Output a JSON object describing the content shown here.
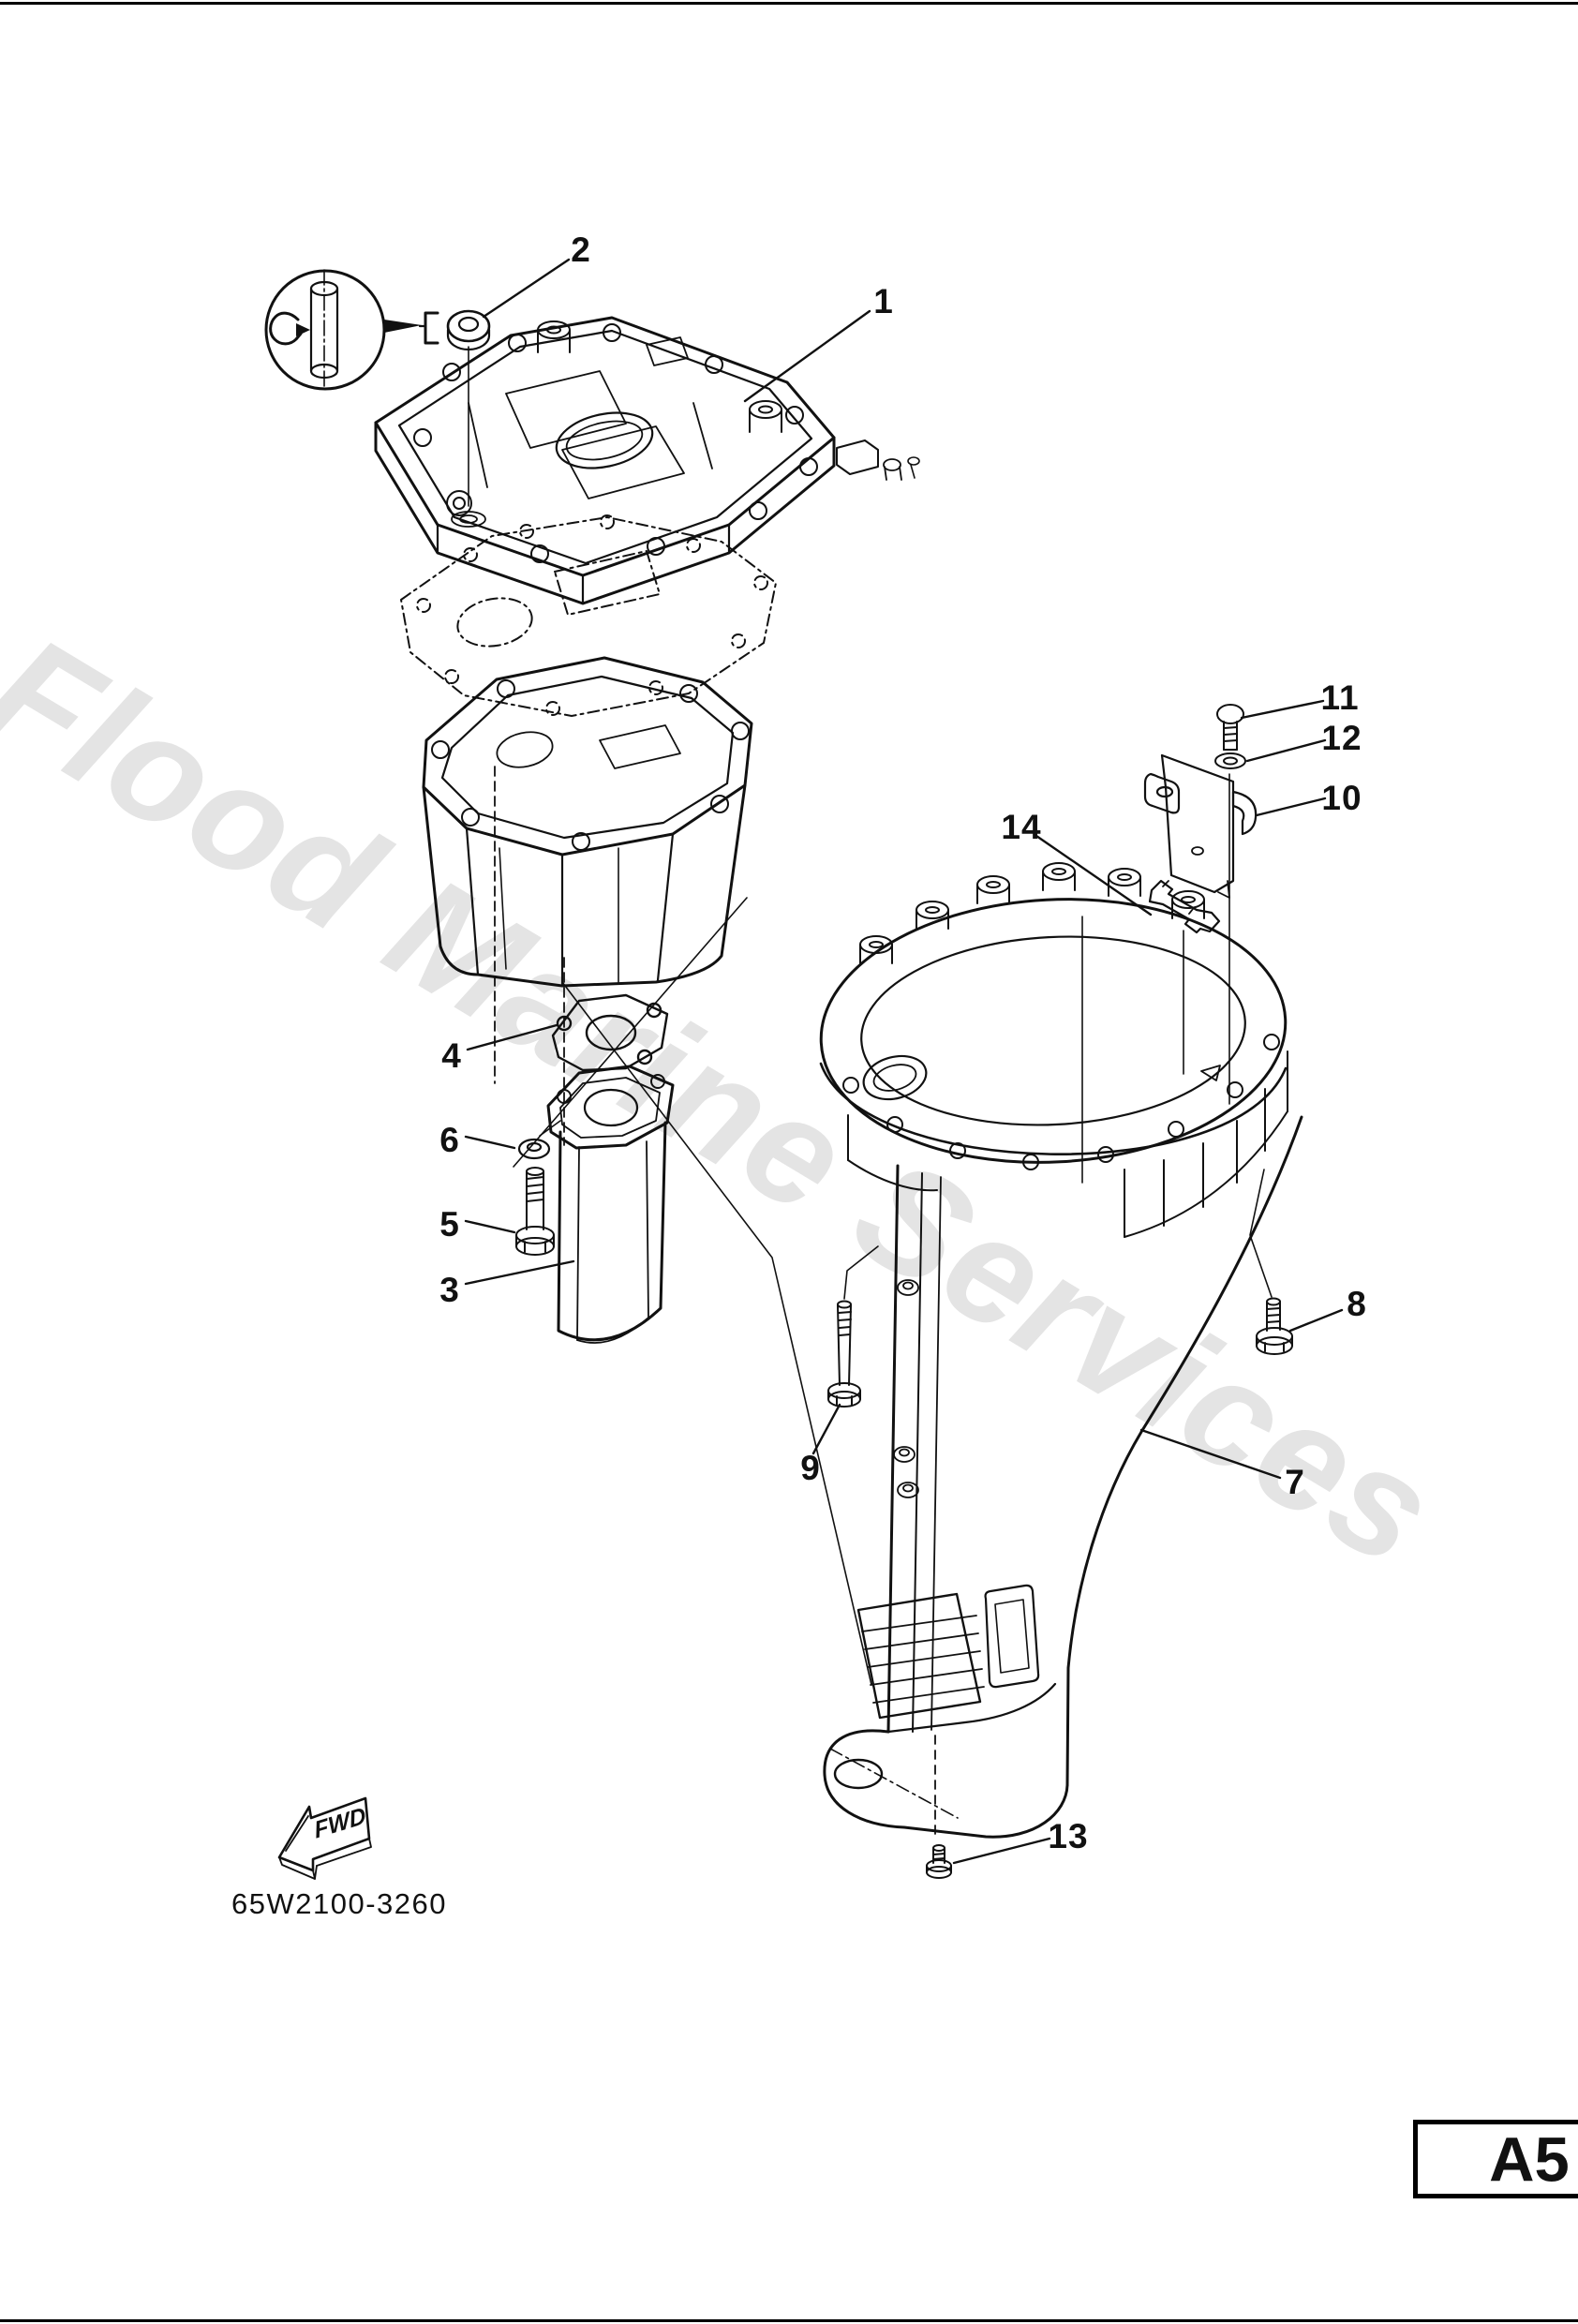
{
  "watermark": {
    "text": "Flood Marine Services",
    "color": "#e4e4e4"
  },
  "footer": {
    "drawing_number": "65W2100-3260",
    "page_code": "A5"
  },
  "fwd_tag": {
    "label": "FWD"
  },
  "legend": {
    "grease_note_icon": "grease-applicator-on-dowel-pin",
    "washer_note_icon": "bracket-and-arrow"
  },
  "colors": {
    "line": "#111111",
    "paper": "#ffffff",
    "watermark": "#e4e4e4"
  },
  "callouts": [
    {
      "label": "1"
    },
    {
      "label": "2"
    },
    {
      "label": "3"
    },
    {
      "label": "4"
    },
    {
      "label": "5"
    },
    {
      "label": "6"
    },
    {
      "label": "7"
    },
    {
      "label": "8"
    },
    {
      "label": "9"
    },
    {
      "label": "10"
    },
    {
      "label": "11"
    },
    {
      "label": "12"
    },
    {
      "label": "13"
    },
    {
      "label": "14"
    }
  ]
}
